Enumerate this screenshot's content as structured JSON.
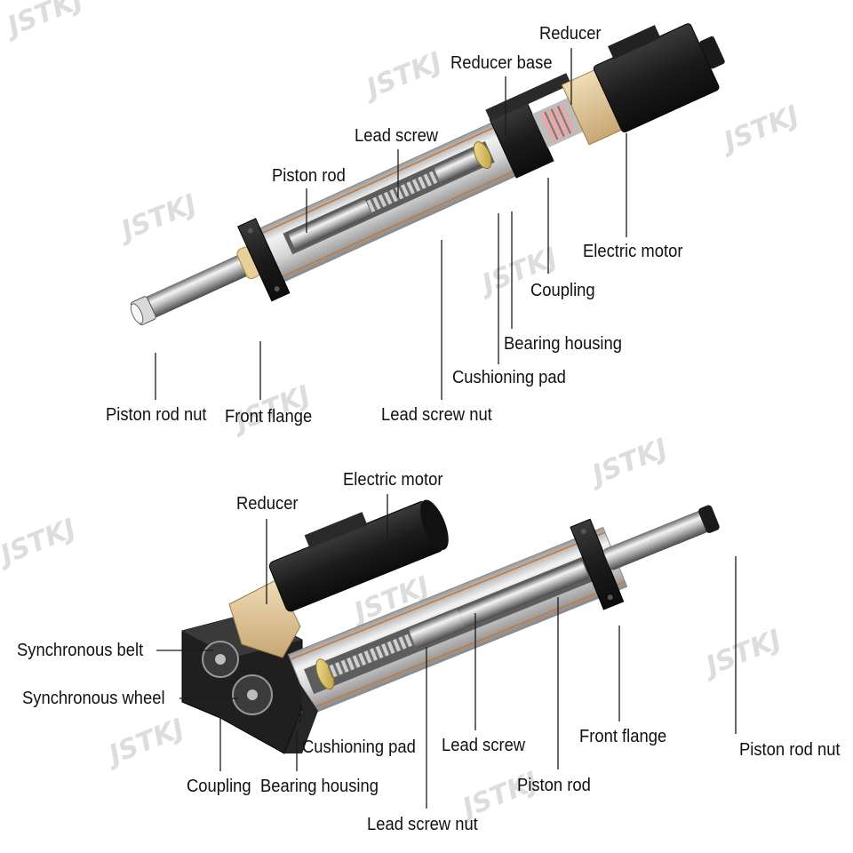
{
  "watermark": "JSTKJ",
  "top_diagram": {
    "labels": {
      "reducer": "Reducer",
      "reducer_base": "Reducer base",
      "lead_screw": "Lead screw",
      "piston_rod": "Piston rod",
      "electric_motor": "Electric motor",
      "coupling": "Coupling",
      "bearing_housing": "Bearing housing",
      "cushioning_pad": "Cushioning pad",
      "piston_rod_nut": "Piston rod nut",
      "front_flange": "Front flange",
      "lead_screw_nut": "Lead screw nut"
    }
  },
  "bottom_diagram": {
    "labels": {
      "electric_motor": "Electric motor",
      "reducer": "Reducer",
      "synchronous_belt": "Synchronous belt",
      "synchronous_wheel": "Synchronous wheel",
      "cushioning_pad": "Cushioning pad",
      "lead_screw": "Lead screw",
      "front_flange": "Front flange",
      "piston_rod_nut": "Piston rod nut",
      "coupling": "Coupling",
      "bearing_housing": "Bearing housing",
      "piston_rod": "Piston rod",
      "lead_screw_nut": "Lead screw nut"
    }
  }
}
